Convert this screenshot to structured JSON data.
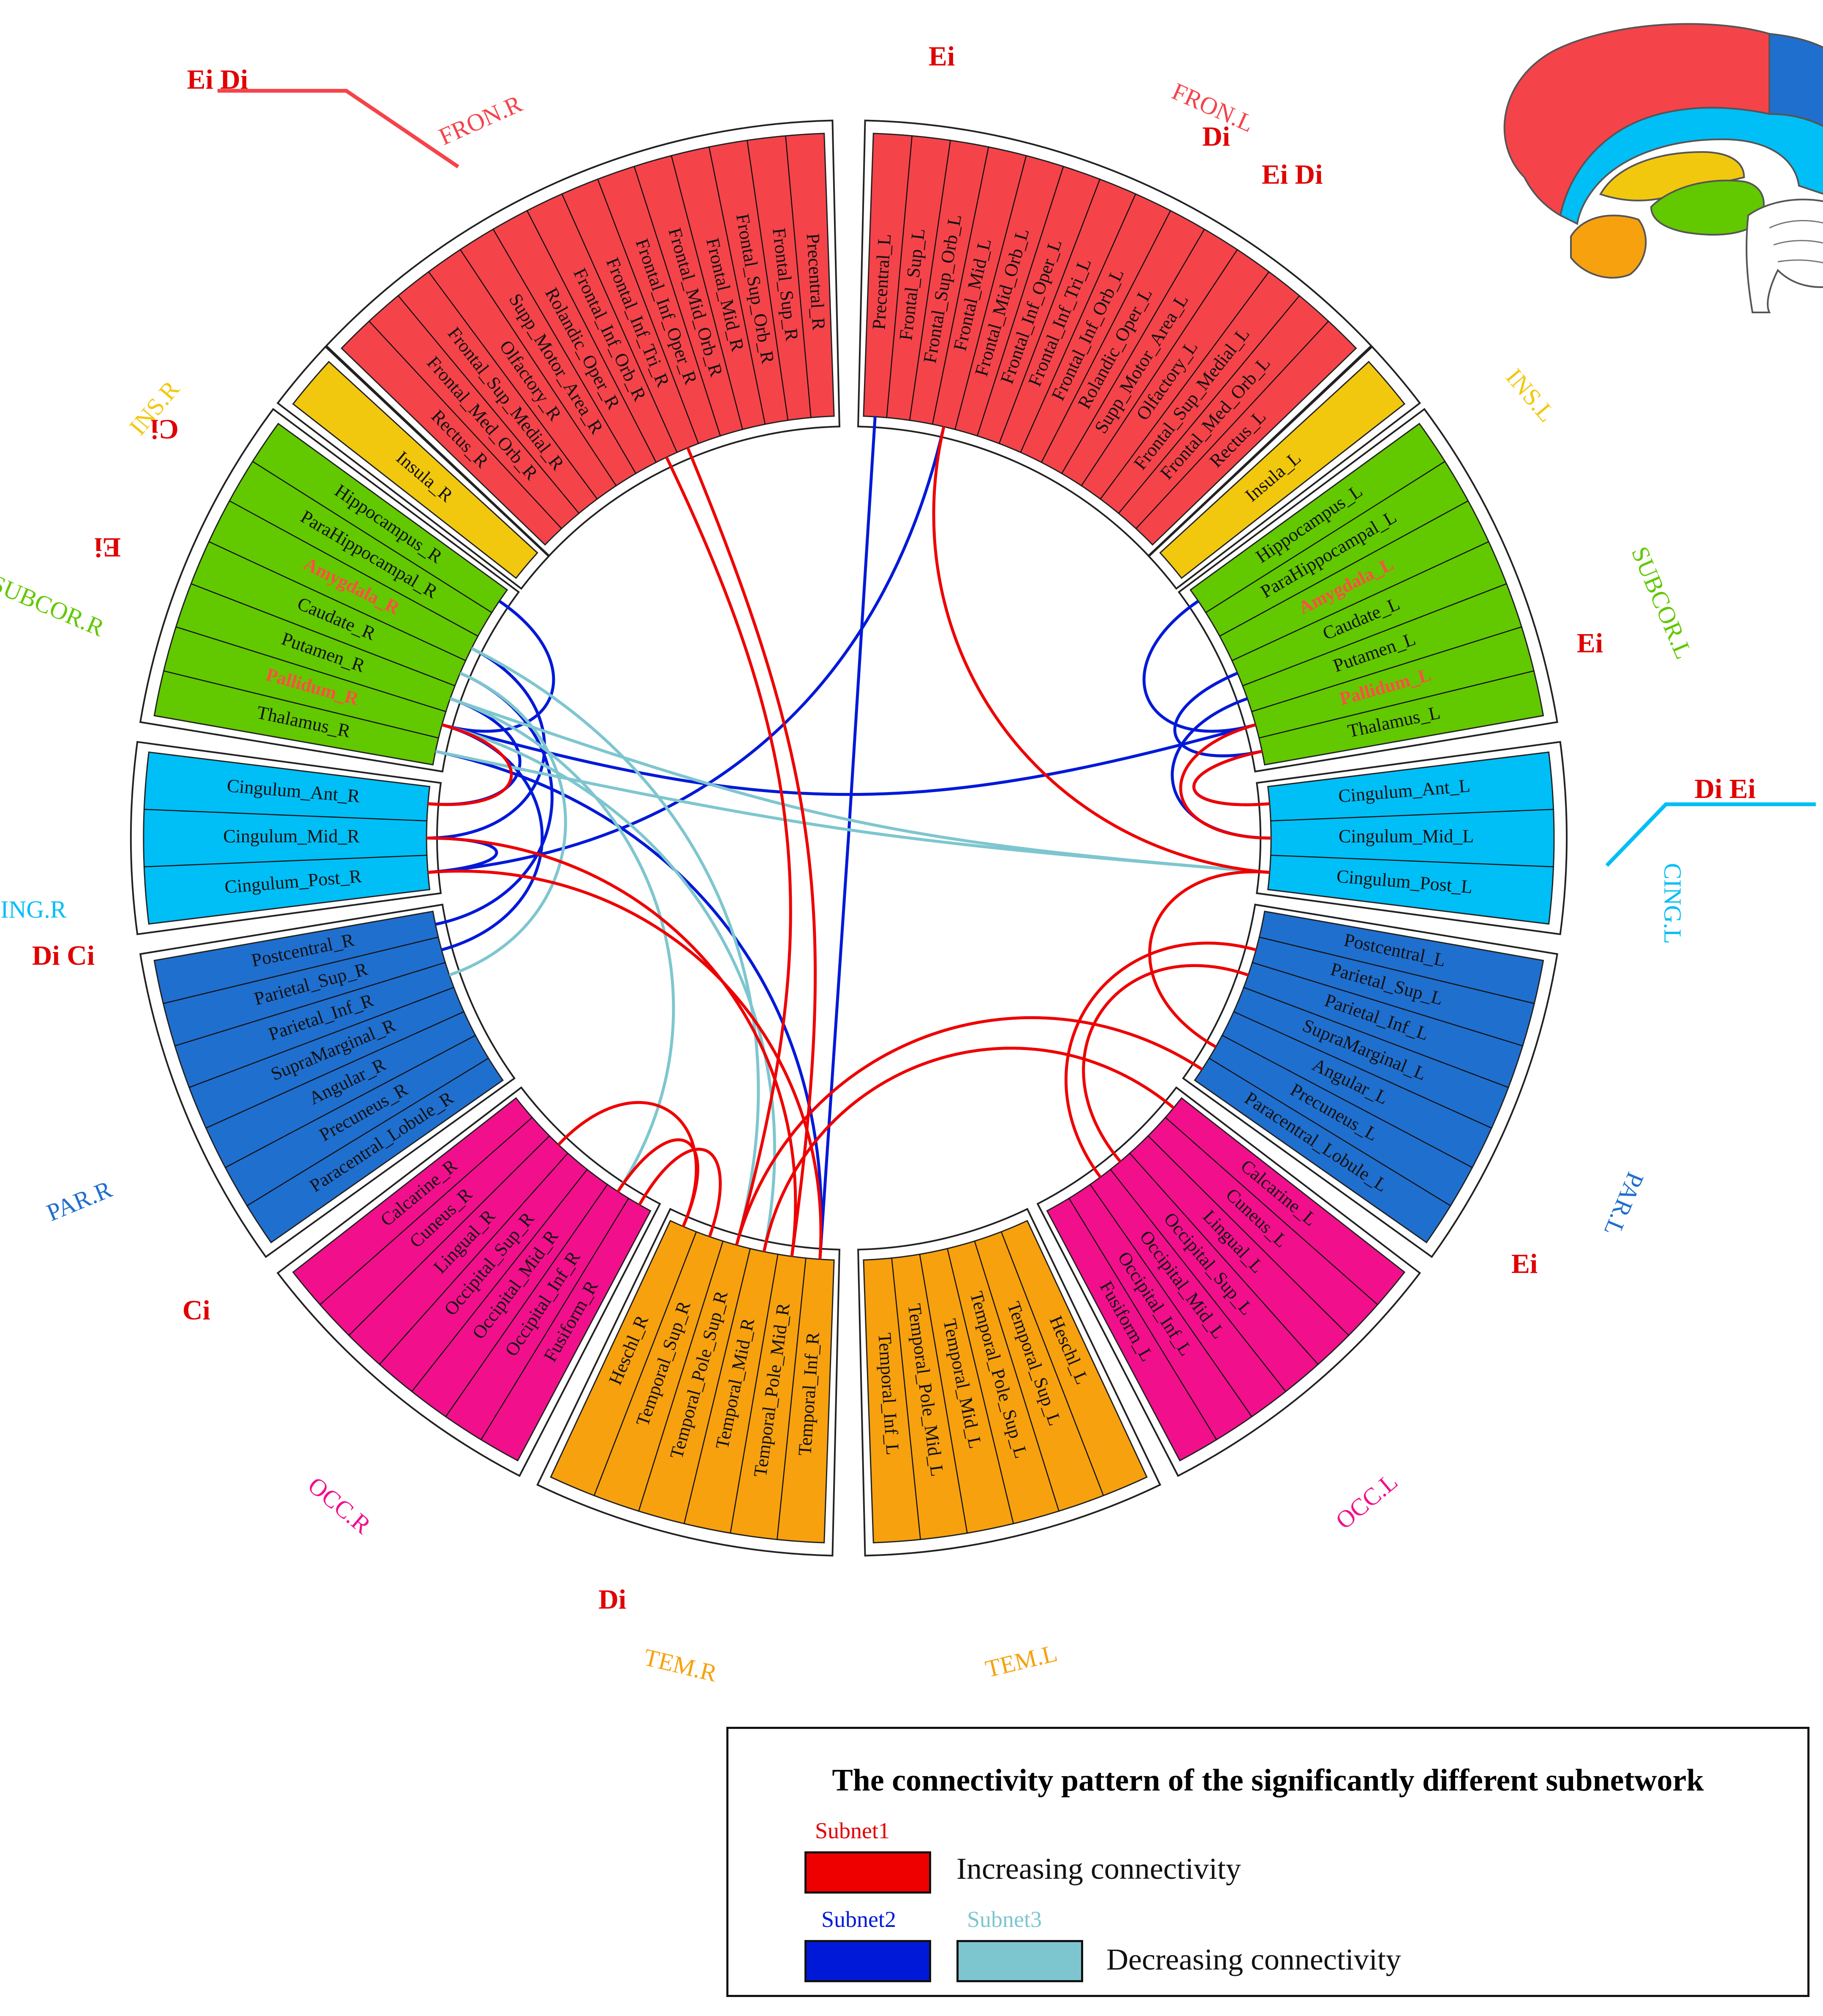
{
  "colors": {
    "frontal": "#f5434a",
    "insula": "#f2c80f",
    "subcortical": "#62c800",
    "cingulum": "#00bef6",
    "parietal": "#1f6fcf",
    "occipital": "#f20f8c",
    "temporal": "#f7a10e",
    "increasing": "#ee0000",
    "subnet2": "#0019d8",
    "subnet3": "#7ec6cf"
  },
  "groups": [
    {
      "id": "FRON.L",
      "label": "FRON.L",
      "color": "#f5434a",
      "regions": [
        "Precentral_L",
        "Frontal_Sup_L",
        "Frontal_Sup_Orb_L",
        "Frontal_Mid_L",
        "Frontal_Mid_Orb_L",
        "Frontal_Inf_Oper_L",
        "Frontal_Inf_Tri_L",
        "Frontal_Inf_Orb_L",
        "Rolandic_Oper_L",
        "Supp_Motor_Area_L",
        "Olfactory_L",
        "Frontal_Sup_Medial_L",
        "Frontal_Med_Orb_L",
        "Rectus_L"
      ],
      "highlight": []
    },
    {
      "id": "INS.L",
      "label": "INS.L",
      "color": "#f2c80f",
      "regions": [
        "Insula_L"
      ],
      "highlight": []
    },
    {
      "id": "SUBCOR.L",
      "label": "SUBCOR.L",
      "color": "#62c800",
      "regions": [
        "Hippocampus_L",
        "ParaHippocampal_L",
        "Amygdala_L",
        "Caudate_L",
        "Putamen_L",
        "Pallidum_L",
        "Thalamus_L"
      ],
      "highlight": [
        "Amygdala_L",
        "Pallidum_L"
      ]
    },
    {
      "id": "CING.L",
      "label": "CING.L",
      "color": "#00bef6",
      "regions": [
        "Cingulum_Ant_L",
        "Cingulum_Mid_L",
        "Cingulum_Post_L"
      ],
      "highlight": []
    },
    {
      "id": "PAR.L",
      "label": "PAR.L",
      "color": "#1f6fcf",
      "regions": [
        "Postcentral_L",
        "Parietal_Sup_L",
        "Parietal_Inf_L",
        "SupraMarginal_L",
        "Angular_L",
        "Precuneus_L",
        "Paracentral_Lobule_L"
      ],
      "highlight": []
    },
    {
      "id": "OCC.L",
      "label": "OCC.L",
      "color": "#f20f8c",
      "regions": [
        "Calcarine_L",
        "Cuneus_L",
        "Lingual_L",
        "Occipital_Sup_L",
        "Occipital_Mid_L",
        "Occipital_Inf_L",
        "Fusiform_L"
      ],
      "highlight": []
    },
    {
      "id": "TEM.L",
      "label": "TEM.L",
      "color": "#f7a10e",
      "regions": [
        "Heschl_L",
        "Temporal_Sup_L",
        "Temporal_Pole_Sup_L",
        "Temporal_Mid_L",
        "Temporal_Pole_Mid_L",
        "Temporal_Inf_L"
      ],
      "highlight": []
    },
    {
      "id": "TEM.R",
      "label": "TEM.R",
      "color": "#f7a10e",
      "regions": [
        "Temporal_Inf_R",
        "Temporal_Pole_Mid_R",
        "Temporal_Mid_R",
        "Temporal_Pole_Sup_R",
        "Temporal_Sup_R",
        "Heschl_R"
      ],
      "highlight": []
    },
    {
      "id": "OCC.R",
      "label": "OCC.R",
      "color": "#f20f8c",
      "regions": [
        "Fusiform_R",
        "Occipital_Inf_R",
        "Occipital_Mid_R",
        "Occipital_Sup_R",
        "Lingual_R",
        "Cuneus_R",
        "Calcarine_R"
      ],
      "highlight": []
    },
    {
      "id": "PAR.R",
      "label": "PAR.R",
      "color": "#1f6fcf",
      "regions": [
        "Paracentral_Lobule_R",
        "Precuneus_R",
        "Angular_R",
        "SupraMarginal_R",
        "Parietal_Inf_R",
        "Parietal_Sup_R",
        "Postcentral_R"
      ],
      "highlight": []
    },
    {
      "id": "CING.R",
      "label": "CING.R",
      "color": "#00bef6",
      "regions": [
        "Cingulum_Post_R",
        "Cingulum_Mid_R",
        "Cingulum_Ant_R"
      ],
      "highlight": []
    },
    {
      "id": "SUBCOR.R",
      "label": "SUBCOR.R",
      "color": "#62c800",
      "regions": [
        "Thalamus_R",
        "Pallidum_R",
        "Putamen_R",
        "Caudate_R",
        "Amygdala_R",
        "ParaHippocampal_R",
        "Hippocampus_R"
      ],
      "highlight": [
        "Pallidum_R",
        "Amygdala_R"
      ]
    },
    {
      "id": "INS.R",
      "label": "INS.R",
      "color": "#f2c80f",
      "regions": [
        "Insula_R"
      ],
      "highlight": []
    },
    {
      "id": "FRON.R",
      "label": "FRON.R",
      "color": "#f5434a",
      "regions": [
        "Rectus_R",
        "Frontal_Med_Orb_R",
        "Frontal_Sup_Medial_R",
        "Olfactory_R",
        "Supp_Motor_Area_R",
        "Rolandic_Oper_R",
        "Frontal_Inf_Orb_R",
        "Frontal_Inf_Tri_R",
        "Frontal_Inf_Oper_R",
        "Frontal_Mid_Orb_R",
        "Frontal_Mid_R",
        "Frontal_Sup_Orb_R",
        "Frontal_Sup_R",
        "Precentral_R"
      ],
      "highlight": []
    }
  ],
  "markers": [
    {
      "text": "Ei  Di",
      "group": "FRON.R"
    },
    {
      "text": "Ei",
      "group": "FRON.L"
    },
    {
      "text": "Di",
      "group": "FRON.L"
    },
    {
      "text": "Ei Di",
      "group": "FRON.L"
    },
    {
      "text": "Ci",
      "group": "INS.R"
    },
    {
      "text": "Ei",
      "group": "SUBCOR.R"
    },
    {
      "text": "Ei",
      "group": "SUBCOR.L"
    },
    {
      "text": "Di  Ei",
      "group": "CING.L"
    },
    {
      "text": "Di Ci",
      "group": "CING.R"
    },
    {
      "text": "Ci",
      "group": "PAR.R"
    },
    {
      "text": "Ei",
      "group": "PAR.L"
    },
    {
      "text": "Di",
      "group": "TEM.R"
    }
  ],
  "connections": [
    {
      "subnet": "Subnet2",
      "type": "decreasing",
      "from": "Frontal_Mid_L",
      "to": "Cingulum_Post_R"
    },
    {
      "subnet": "Subnet2",
      "type": "decreasing",
      "from": "Precentral_L",
      "to": "Temporal_Inf_R"
    },
    {
      "subnet": "Subnet2",
      "type": "decreasing",
      "from": "Hippocampus_L",
      "to": "Pallidum_L"
    },
    {
      "subnet": "Subnet2",
      "type": "decreasing",
      "from": "Pallidum_L",
      "to": "Pallidum_R"
    },
    {
      "subnet": "Subnet2",
      "type": "decreasing",
      "from": "Thalamus_L",
      "to": "Cingulum_Ant_L"
    },
    {
      "subnet": "Subnet2",
      "type": "decreasing",
      "from": "Putamen_L",
      "to": "Cingulum_Mid_L"
    },
    {
      "subnet": "Subnet2",
      "type": "decreasing",
      "from": "Caudate_L",
      "to": "Thalamus_L"
    },
    {
      "subnet": "Subnet2",
      "type": "decreasing",
      "from": "Hippocampus_R",
      "to": "Pallidum_R"
    },
    {
      "subnet": "Subnet2",
      "type": "decreasing",
      "from": "Amygdala_R",
      "to": "Cingulum_Mid_R"
    },
    {
      "subnet": "Subnet2",
      "type": "decreasing",
      "from": "Caudate_R",
      "to": "Postcentral_R"
    },
    {
      "subnet": "Subnet2",
      "type": "decreasing",
      "from": "Putamen_R",
      "to": "Cingulum_Ant_R"
    },
    {
      "subnet": "Subnet2",
      "type": "decreasing",
      "from": "Thalamus_R",
      "to": "Temporal_Inf_R"
    },
    {
      "subnet": "Subnet2",
      "type": "decreasing",
      "from": "Pallidum_R",
      "to": "Parietal_Sup_R"
    },
    {
      "subnet": "Subnet2",
      "type": "decreasing",
      "from": "Cingulum_Mid_R",
      "to": "Cingulum_Post_R"
    },
    {
      "subnet": "Subnet3",
      "type": "decreasing",
      "from": "Putamen_R",
      "to": "Cingulum_Post_L"
    },
    {
      "subnet": "Subnet3",
      "type": "decreasing",
      "from": "Thalamus_R",
      "to": "Cingulum_Post_L"
    },
    {
      "subnet": "Subnet3",
      "type": "decreasing",
      "from": "Caudate_R",
      "to": "Parietal_Inf_R"
    },
    {
      "subnet": "Subnet3",
      "type": "decreasing",
      "from": "Amygdala_R",
      "to": "Temporal_Pole_Sup_R"
    },
    {
      "subnet": "Subnet3",
      "type": "decreasing",
      "from": "Pallidum_R",
      "to": "Temporal_Mid_R"
    },
    {
      "subnet": "Subnet3",
      "type": "decreasing",
      "from": "Putamen_R",
      "to": "Occipital_Inf_R"
    },
    {
      "subnet": "Subnet1",
      "type": "increasing",
      "from": "Frontal_Inf_Tri_R",
      "to": "Temporal_Pole_Mid_R"
    },
    {
      "subnet": "Subnet1",
      "type": "increasing",
      "from": "Frontal_Inf_Orb_R",
      "to": "Temporal_Pole_Sup_R"
    },
    {
      "subnet": "Subnet1",
      "type": "increasing",
      "from": "Frontal_Mid_L",
      "to": "Cingulum_Post_L"
    },
    {
      "subnet": "Subnet1",
      "type": "increasing",
      "from": "Thalamus_L",
      "to": "Cingulum_Ant_L"
    },
    {
      "subnet": "Subnet1",
      "type": "increasing",
      "from": "Pallidum_L",
      "to": "Cingulum_Mid_L"
    },
    {
      "subnet": "Subnet1",
      "type": "increasing",
      "from": "Cingulum_Post_L",
      "to": "Precuneus_L"
    },
    {
      "subnet": "Subnet1",
      "type": "increasing",
      "from": "Parietal_Sup_L",
      "to": "Occipital_Mid_L"
    },
    {
      "subnet": "Subnet1",
      "type": "increasing",
      "from": "Parietal_Inf_L",
      "to": "Occipital_Sup_L"
    },
    {
      "subnet": "Subnet1",
      "type": "increasing",
      "from": "Temporal_Inf_R",
      "to": "Cingulum_Post_R"
    },
    {
      "subnet": "Subnet1",
      "type": "increasing",
      "from": "Temporal_Pole_Mid_R",
      "to": "Cingulum_Mid_R"
    },
    {
      "subnet": "Subnet1",
      "type": "increasing",
      "from": "Temporal_Mid_R",
      "to": "Calcarine_L"
    },
    {
      "subnet": "Subnet1",
      "type": "increasing",
      "from": "Temporal_Pole_Sup_R",
      "to": "Paracentral_Lobule_L"
    },
    {
      "subnet": "Subnet1",
      "type": "increasing",
      "from": "Temporal_Sup_R",
      "to": "Fusiform_R"
    },
    {
      "subnet": "Subnet1",
      "type": "increasing",
      "from": "Heschl_R",
      "to": "Occipital_Inf_R"
    },
    {
      "subnet": "Subnet1",
      "type": "increasing",
      "from": "Pallidum_R",
      "to": "Cingulum_Ant_R"
    },
    {
      "subnet": "Subnet1",
      "type": "increasing",
      "from": "Heschl_R",
      "to": "Lingual_R"
    }
  ],
  "legend": {
    "title": "The connectivity pattern of the significantly different subnetwork",
    "subnet1": "Subnet1",
    "subnet2": "Subnet2",
    "subnet3": "Subnet3",
    "increasing": "Increasing connectivity",
    "decreasing": "Decreasing connectivity"
  },
  "brain_icon": {
    "colors": [
      "#f5434a",
      "#1f6fcf",
      "#f20f8c",
      "#00bef6",
      "#62c800",
      "#f7a10e",
      "#f2c80f"
    ]
  }
}
